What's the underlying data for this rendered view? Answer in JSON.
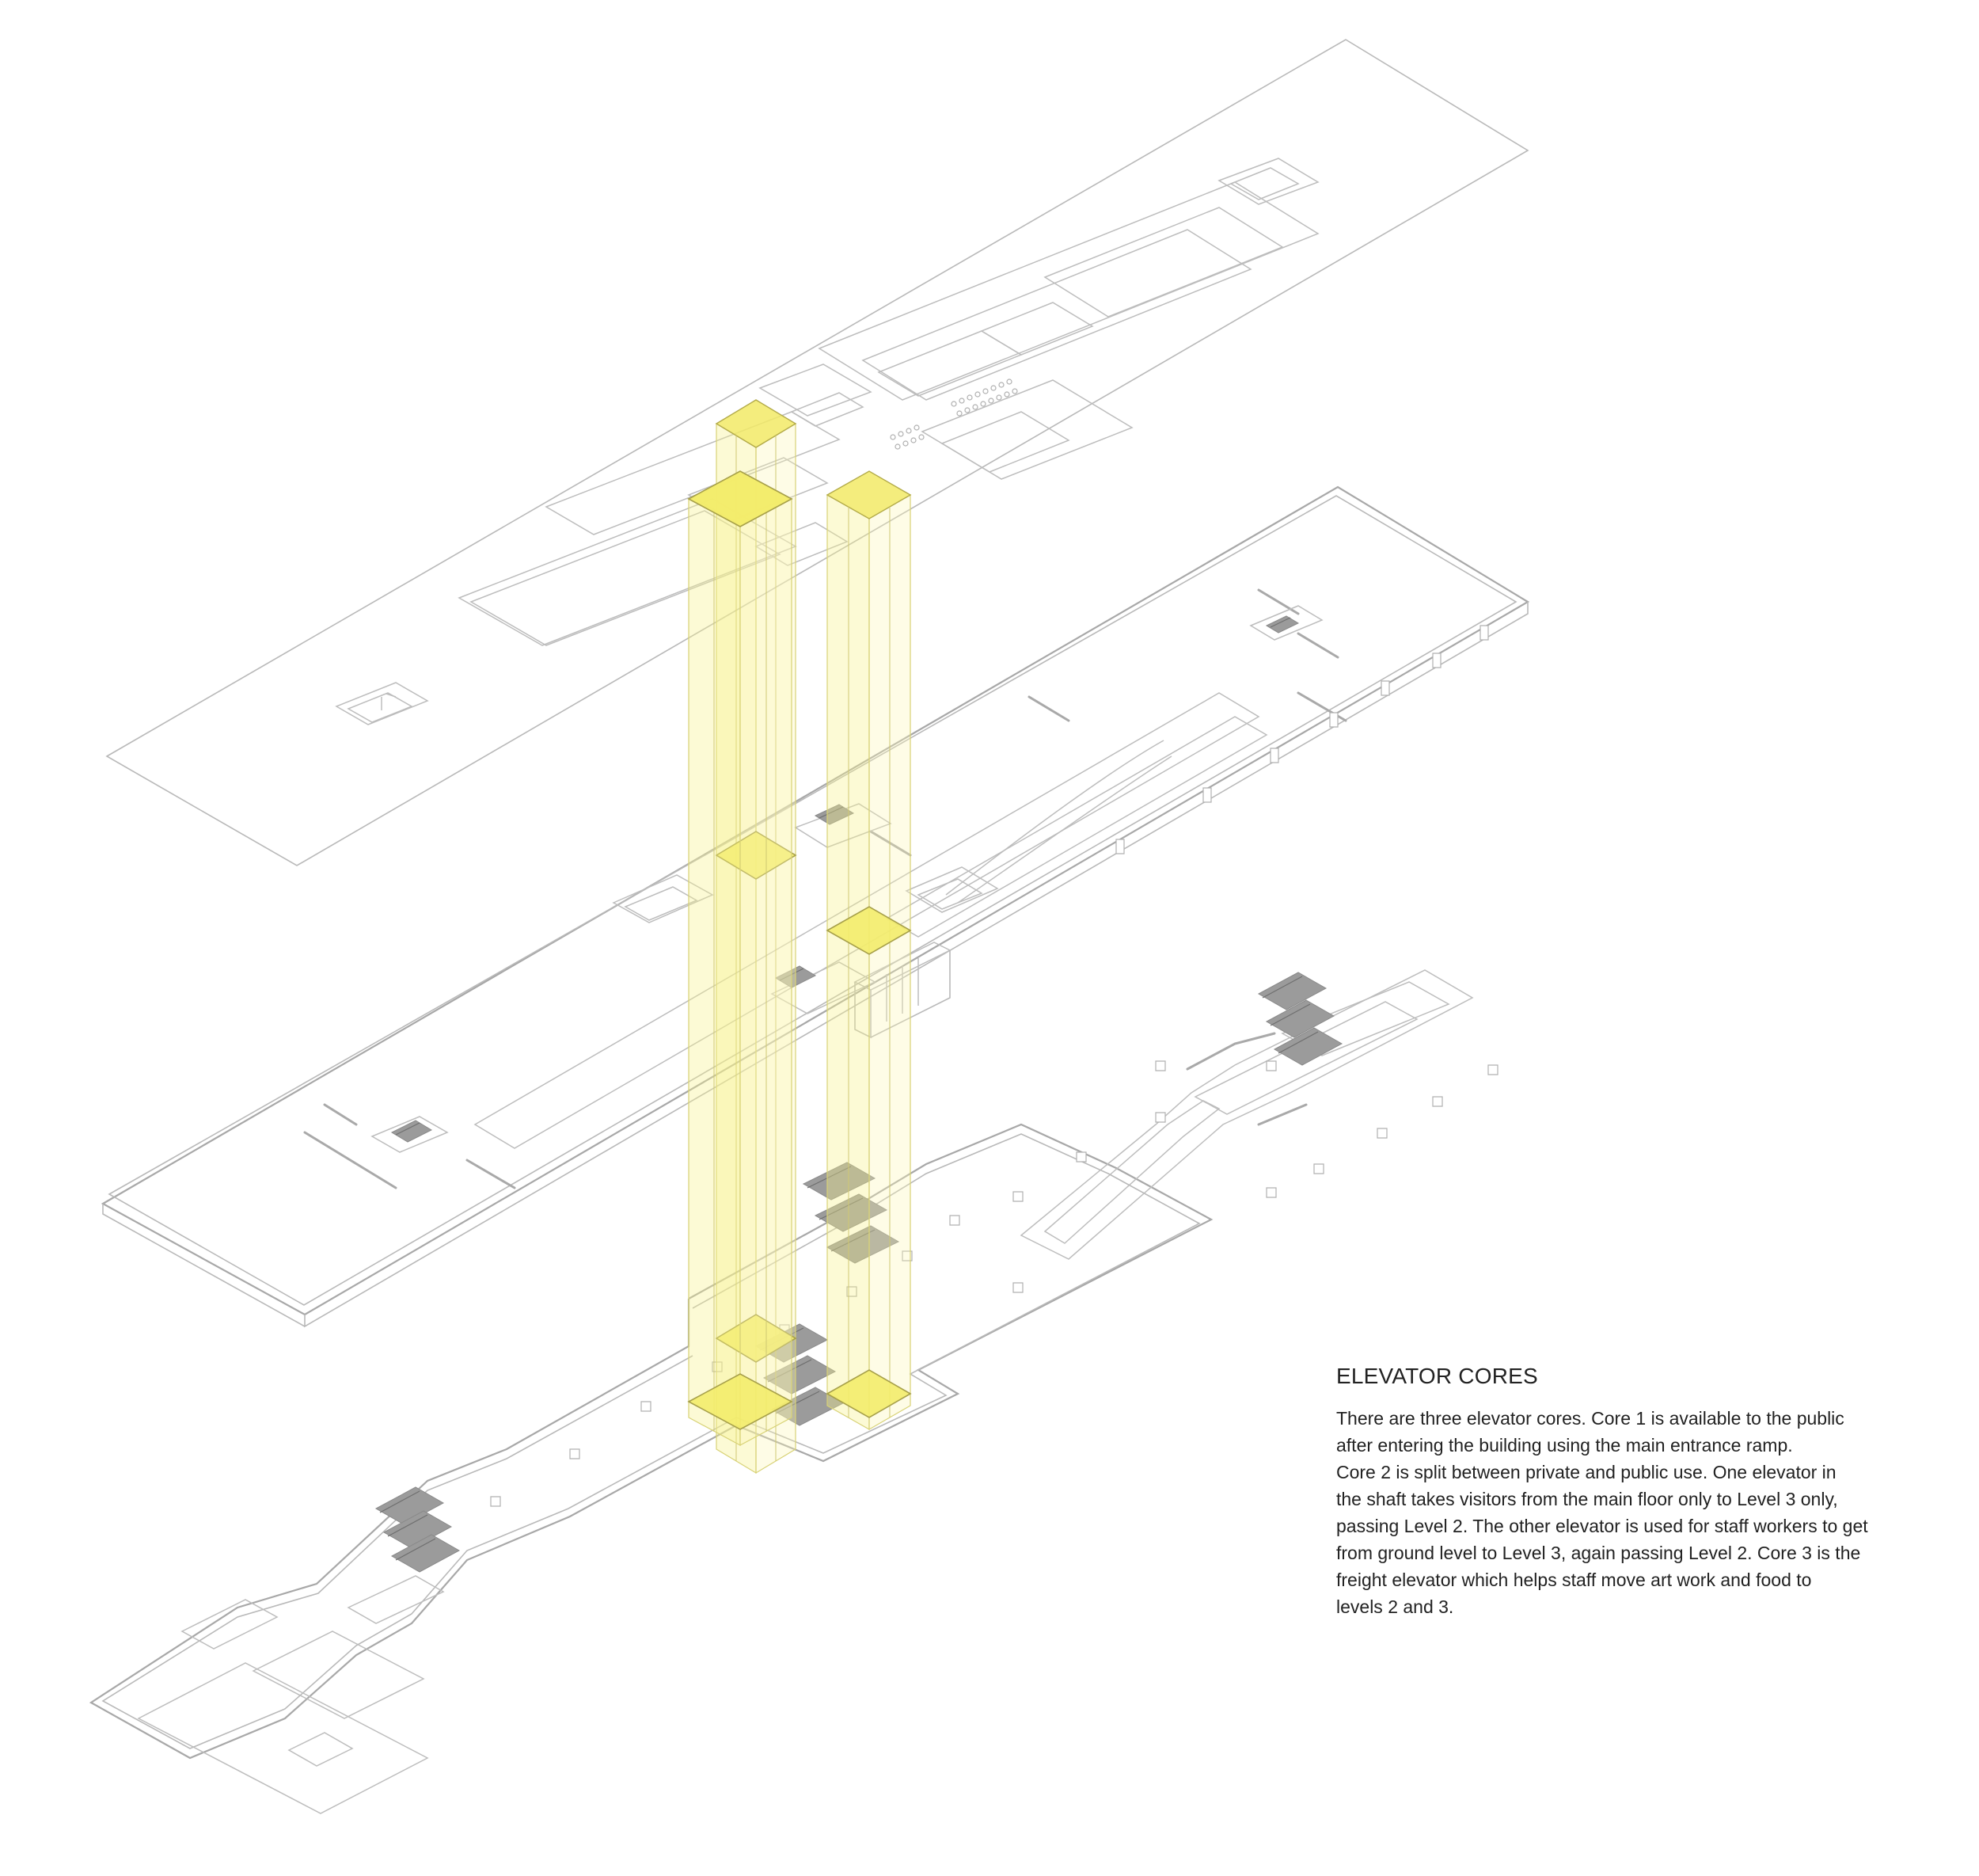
{
  "caption": {
    "title": "ELEVATOR CORES",
    "body": "There are three elevator cores. Core 1 is available to the public\nafter entering the building using the main entrance ramp.\nCore 2 is split between private and public use. One elevator in\nthe shaft takes visitors from the main floor only to Level 3 only,\npassing Level 2. The other elevator is used for staff workers to get\nfrom ground level to Level 3, again passing Level 2. Core 3 is the\nfreight elevator which helps staff move art work and food to\nlevels 2 and 3."
  },
  "colors": {
    "shaft": "#f6f08a",
    "cab": "#f3ec6c",
    "linework": "#b9b9b9",
    "stairs": "#9b9b9b",
    "text": "#222222"
  },
  "layers": [
    "roof-level-plate",
    "level-2-plate",
    "ground-level-plate"
  ],
  "cores": [
    "core-1",
    "core-2",
    "core-3"
  ]
}
